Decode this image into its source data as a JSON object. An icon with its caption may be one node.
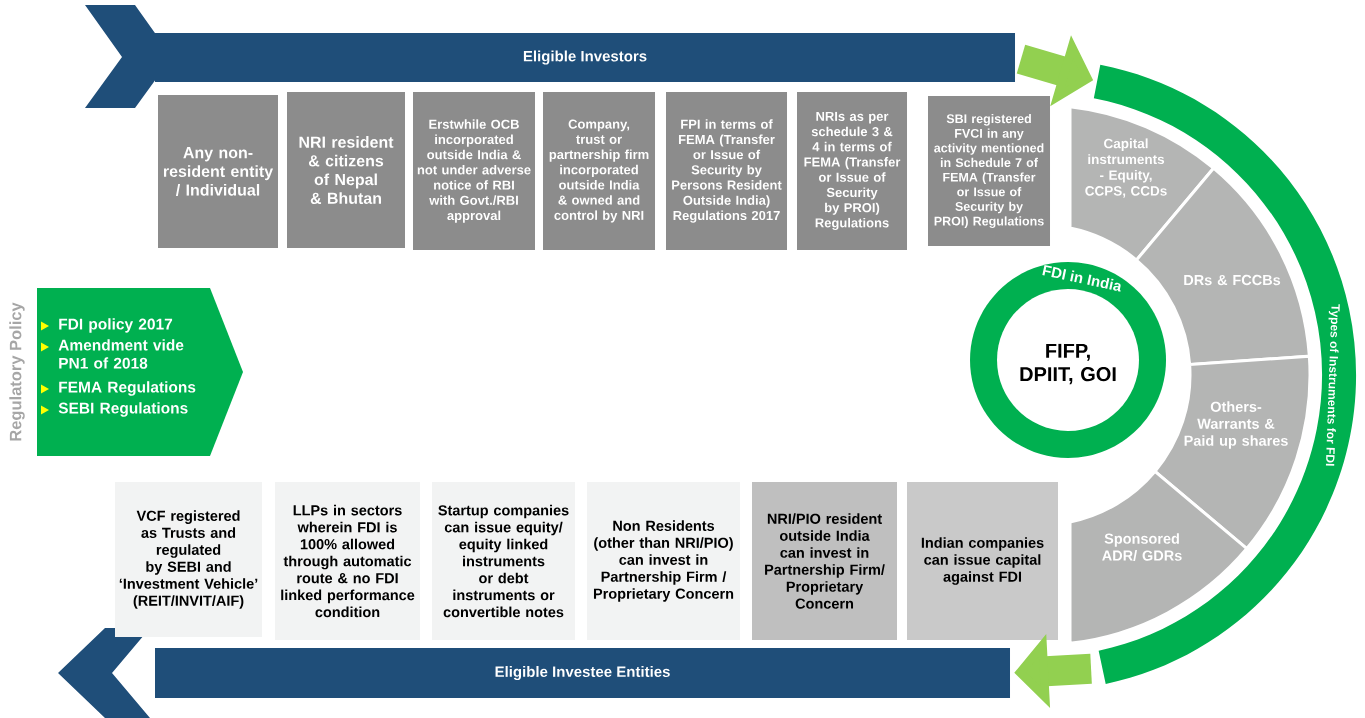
{
  "diagram": {
    "nodes": [
      {
        "text": [
          "Eligible Investors"
        ]
      },
      {
        "text": [
          "Any non-resident entity / Individual"
        ]
      },
      {
        "text": [
          "NRI resident & citizens of Nepal & Bhutan"
        ]
      },
      {
        "text": [
          "Erstwhile OCB incorporated outside India & not under adverse notice of RBI with Govt./RBI approval"
        ]
      },
      {
        "text": [
          "Company, trust or partnership firm incorporated outside India & owned and control by NRI"
        ]
      },
      {
        "text": [
          "FPI in terms of FEMA (Transfer or Issue of Security by Persons Resident Outside India) Regulations 2017"
        ]
      },
      {
        "text": [
          "NRIs as per schedule 3 & 4 in terms of FEMA (Transfer or Issue of Security by PROI) Regulations"
        ]
      },
      {
        "text": [
          "SBI registered FVCI in any activity mentioned in Schedule 7 of FEMA (Transfer or Issue of Security by PROI) Regulations"
        ]
      },
      {
        "text": [
          "FDI policy 2017",
          "Amendment vide PN1 of 2018",
          "FEMA Regulations",
          "SEBI Regulations"
        ],
        "beside": [
          "Regulatory Policy"
        ]
      },
      {
        "text": [
          "FDI in India",
          "FIFP, DPIIT, GOI"
        ]
      },
      {
        "text": [
          "Types of Instruments for FDI"
        ]
      },
      {
        "text": [
          "Capital instruments - Equity, CCPS, CCDs"
        ]
      },
      {
        "text": [
          "DRs & FCCBs"
        ]
      },
      {
        "text": [
          "Others- Warrants & Paid up shares"
        ]
      },
      {
        "text": [
          "Sponsored ADR/ GDRs"
        ]
      },
      {
        "text": [
          "VCF registered as Trusts and regulated by SEBI and ‘Investment Vehicle’ (REIT/INVIT/AIF)"
        ]
      },
      {
        "text": [
          "LLPs in sectors wherein FDI is 100% allowed through automatic route & no FDI linked performance condition"
        ]
      },
      {
        "text": [
          "Startup companies can issue equity/ equity linked instruments or debt instruments or convertible notes"
        ]
      },
      {
        "text": [
          "Non Residents (other than NRI/PIO) can invest in Partnership Firm / Proprietary Concern"
        ]
      },
      {
        "text": [
          "NRI/PIO resident outside India can invest in Partnership Firm/ Proprietary Concern"
        ]
      },
      {
        "text": [
          "Indian companies can issue capital against FDI"
        ]
      },
      {
        "text": [
          "Eligible Investee Entities"
        ]
      }
    ],
    "edges": [
      {
        "from": 0,
        "to": 10,
        "arrow": "to"
      },
      {
        "from": 10,
        "to": 21,
        "arrow": "to"
      }
    ]
  }
}
